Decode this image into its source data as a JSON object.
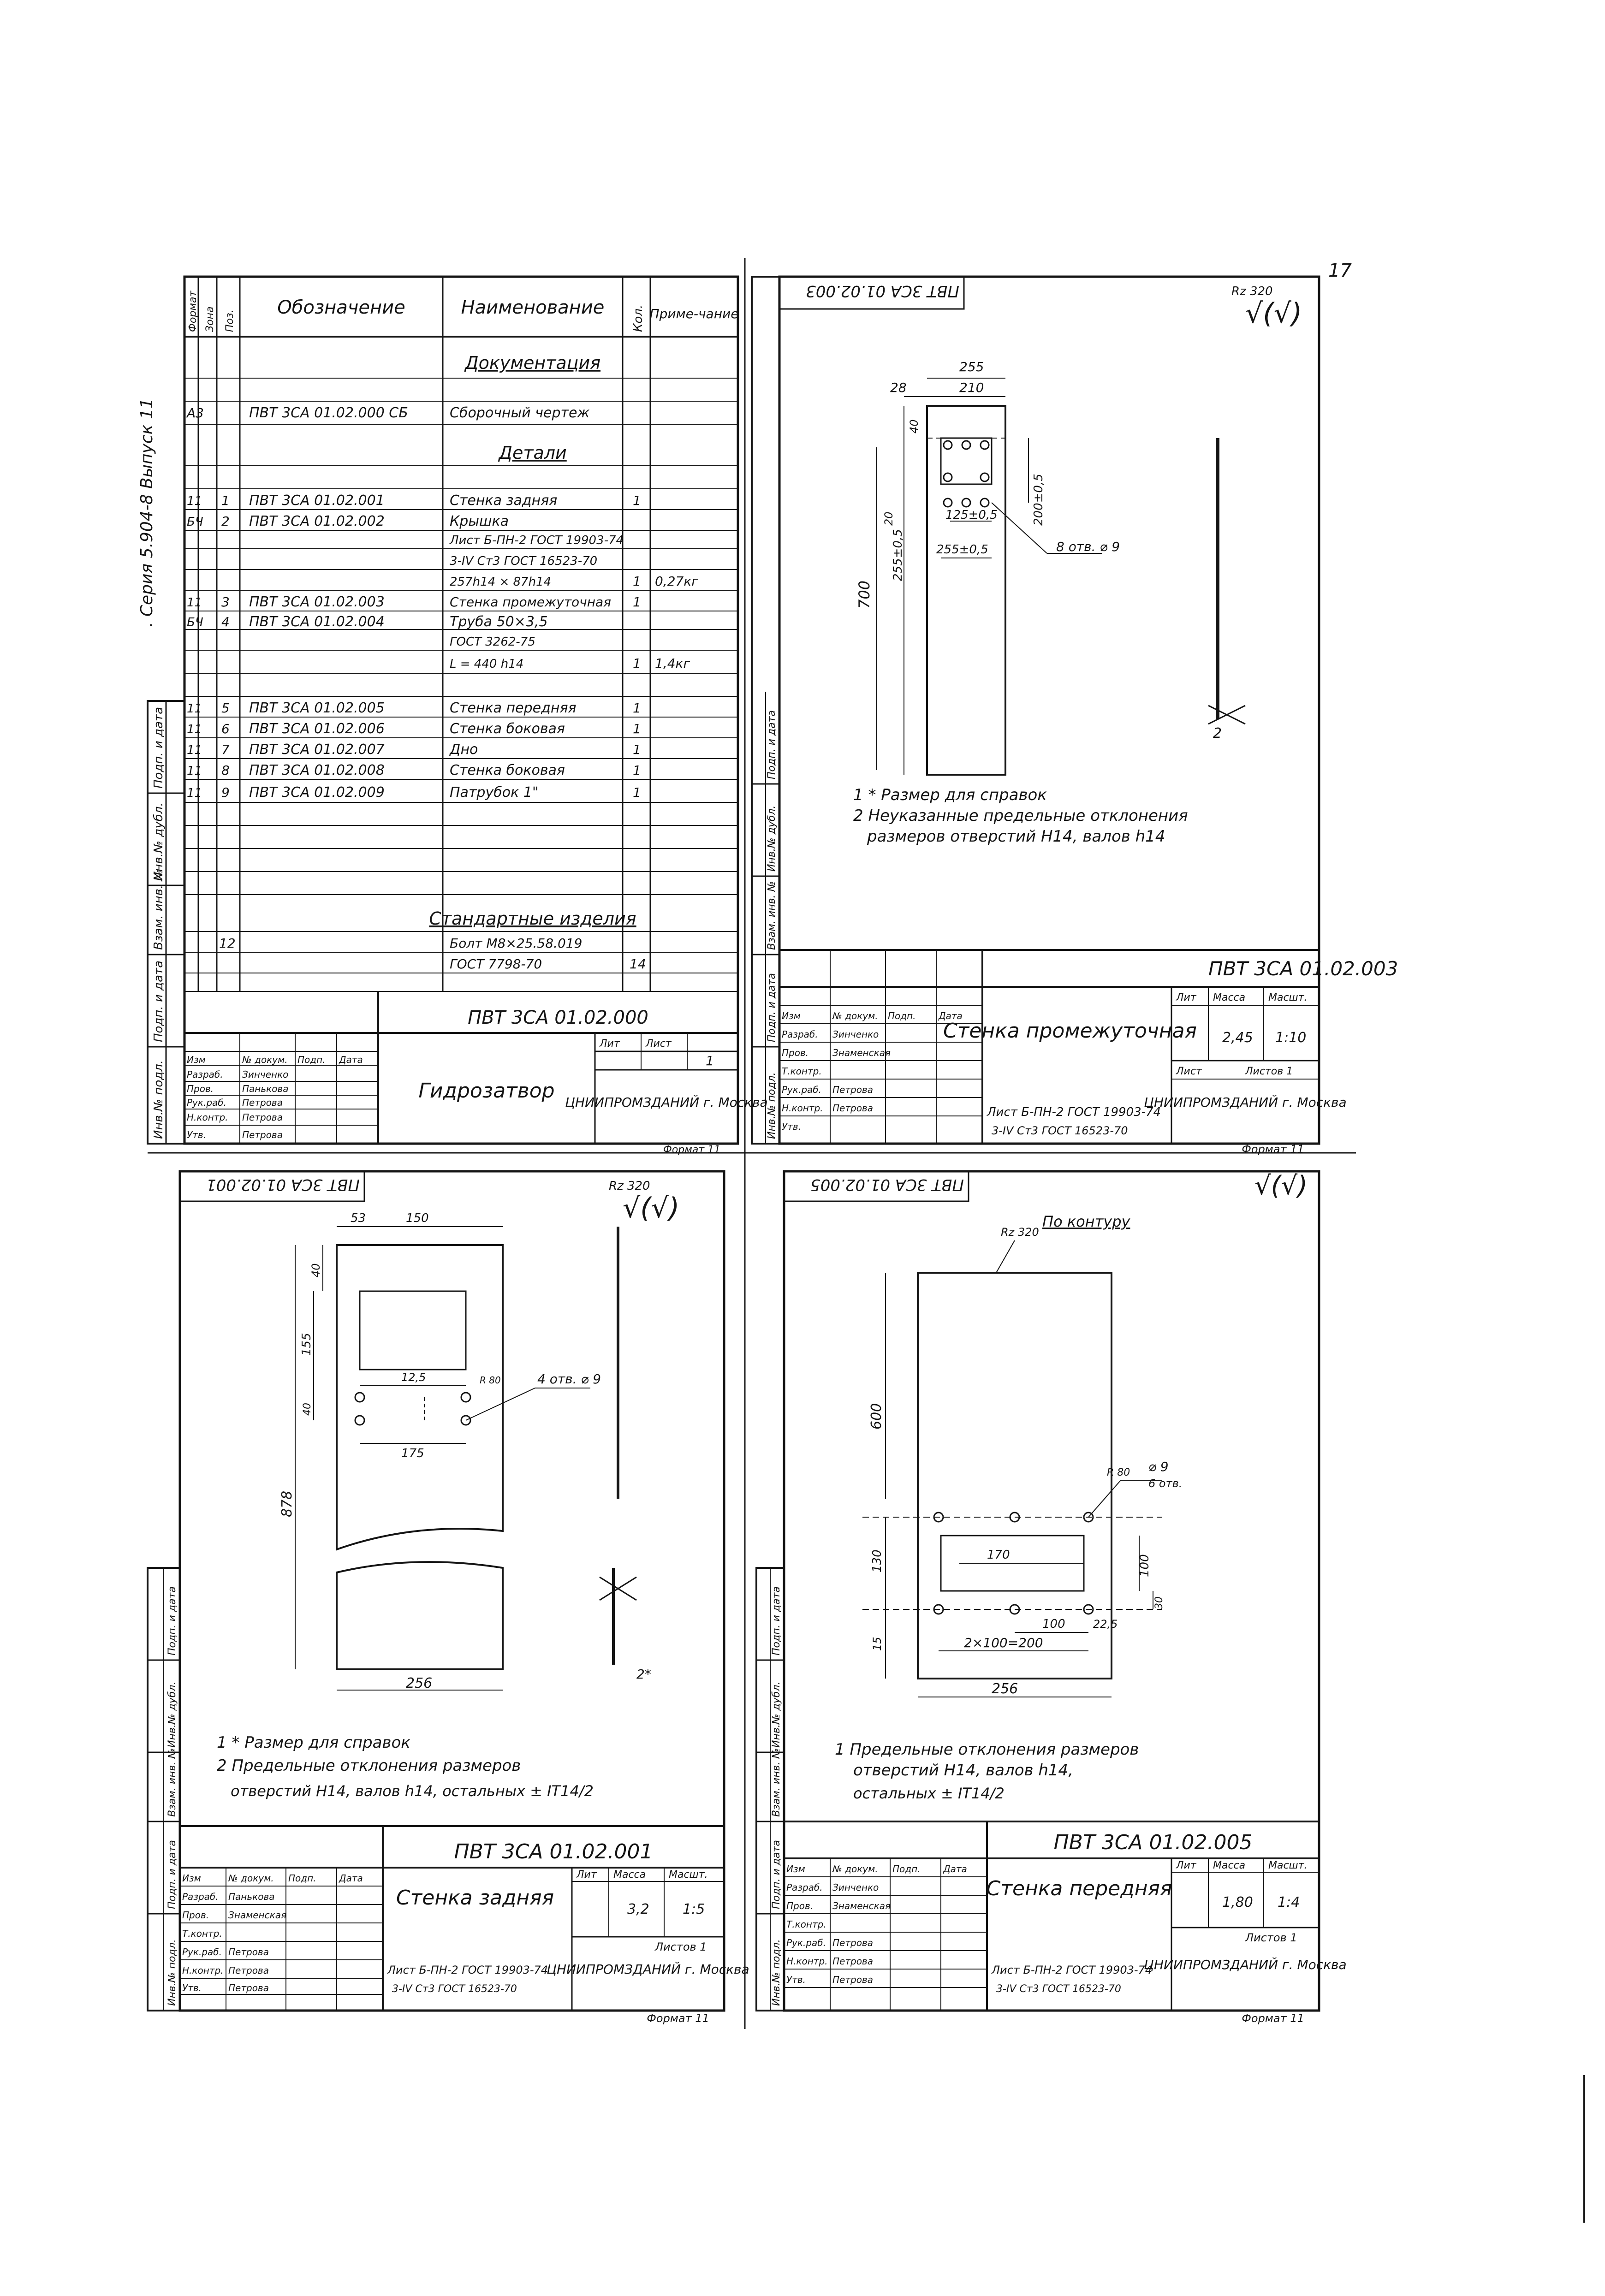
{
  "page": {
    "number": "17"
  },
  "series_note": ". Серия 5.904-8 Выпуск 11",
  "spec": {
    "headers": [
      "Формат",
      "Зона",
      "Поз.",
      "Обозначение",
      "Наименование",
      "Кол.",
      "Приме-чание"
    ],
    "sections": {
      "doc": "Документация",
      "parts": "Детали",
      "std": "Стандартные изделия"
    },
    "rows": [
      {
        "fmt": "А3",
        "zone": "",
        "pos": "",
        "code": "ПВТ 3СА 01.02.000 СБ",
        "name": "Сборочный чертеж",
        "qty": "",
        "note": ""
      },
      {
        "fmt": "11",
        "zone": "",
        "pos": "1",
        "code": "ПВТ 3СА 01.02.001",
        "name": "Стенка задняя",
        "qty": "1",
        "note": ""
      },
      {
        "fmt": "БЧ",
        "zone": "",
        "pos": "2",
        "code": "ПВТ 3СА 01.02.002",
        "name": "Крышка",
        "qty": "",
        "note": ""
      },
      {
        "fmt": "",
        "zone": "",
        "pos": "",
        "code": "",
        "name": "Лист Б-ПН-2 ГОСТ 19903-74",
        "qty": "",
        "note": ""
      },
      {
        "fmt": "",
        "zone": "",
        "pos": "",
        "code": "",
        "name": "3-IV Ст3 ГОСТ 16523-70",
        "qty": "",
        "note": ""
      },
      {
        "fmt": "",
        "zone": "",
        "pos": "",
        "code": "",
        "name": "257h14 × 87h14",
        "qty": "1",
        "note": "0,27кг"
      },
      {
        "fmt": "11",
        "zone": "",
        "pos": "3",
        "code": "ПВТ 3СА 01.02.003",
        "name": "Стенка промежуточная",
        "qty": "1",
        "note": ""
      },
      {
        "fmt": "БЧ",
        "zone": "",
        "pos": "4",
        "code": "ПВТ 3СА 01.02.004",
        "name": "Труба 50×3,5",
        "qty": "",
        "note": ""
      },
      {
        "fmt": "",
        "zone": "",
        "pos": "",
        "code": "",
        "name": "ГОСТ 3262-75",
        "qty": "",
        "note": ""
      },
      {
        "fmt": "",
        "zone": "",
        "pos": "",
        "code": "",
        "name": "L = 440 h14",
        "qty": "1",
        "note": "1,4кг"
      },
      {
        "fmt": "11",
        "zone": "",
        "pos": "5",
        "code": "ПВТ 3СА 01.02.005",
        "name": "Стенка передняя",
        "qty": "1",
        "note": ""
      },
      {
        "fmt": "11",
        "zone": "",
        "pos": "6",
        "code": "ПВТ 3СА 01.02.006",
        "name": "Стенка боковая",
        "qty": "1",
        "note": ""
      },
      {
        "fmt": "11",
        "zone": "",
        "pos": "7",
        "code": "ПВТ 3СА 01.02.007",
        "name": "Дно",
        "qty": "1",
        "note": ""
      },
      {
        "fmt": "11",
        "zone": "",
        "pos": "8",
        "code": "ПВТ 3СА 01.02.008",
        "name": "Стенка боковая",
        "qty": "1",
        "note": ""
      },
      {
        "fmt": "11",
        "zone": "",
        "pos": "9",
        "code": "ПВТ 3СА 01.02.009",
        "name": "Патрубок 1\"",
        "qty": "1",
        "note": ""
      },
      {
        "fmt": "",
        "zone": "",
        "pos": "12",
        "code": "",
        "name": "Болт М8×25.58.019",
        "qty": "",
        "note": ""
      },
      {
        "fmt": "",
        "zone": "",
        "pos": "",
        "code": "",
        "name": "ГОСТ 7798-70",
        "qty": "14",
        "note": ""
      }
    ],
    "doc_code": "ПВТ 3СА 01.02.000",
    "title": "Гидрозатвор",
    "sheet": "1",
    "sheets": "1",
    "org": "ЦНИИПРОМЗДАНИЙ г. Москва",
    "format": "Формат 11"
  },
  "sheet_a": {
    "code_rot": "ПВТ 3СА 01.02.003",
    "roughness": "Rz 320",
    "dims": [
      "255",
      "210",
      "28",
      "40",
      "20",
      "700",
      "255±0,5",
      "125±0,5",
      "200±0,5",
      "255±0,5",
      "8 отв. ⌀ 9",
      "2"
    ],
    "notes": [
      "1 * Размер для справок",
      "2 Неуказанные предельные отклонения",
      "размеров отверстий   Н14, валов   h14"
    ],
    "code": "ПВТ 3СА 01.02.003",
    "title": "Стенка промежуточная",
    "mass": "2,45",
    "scale": "1:10",
    "sheet_label": "Лист",
    "sheets_label": "Листов 1",
    "material": "Лист Б-ПН-2 ГОСТ 19903-74",
    "material2": "3-IV Ст3 ГОСТ 16523-70",
    "org": "ЦНИИПРОМЗДАНИЙ г. Москва",
    "format": "Формат 11"
  },
  "sheet_b": {
    "code_rot": "ПВТ 3СА 01.02.001",
    "roughness": "Rz 320",
    "dims": [
      "53",
      "150",
      "40",
      "155",
      "12,5",
      "R 80",
      "40",
      "175",
      "4 отв. ⌀ 9",
      "878",
      "256",
      "2*"
    ],
    "notes": [
      "1 * Размер для справок",
      "2 Предельные отклонения размеров",
      "отверстий   Н14, валов   h14, остальных   ± IT14/2"
    ],
    "code": "ПВТ 3СА 01.02.001",
    "title": "Стенка задняя",
    "mass": "3,2",
    "scale": "1:5",
    "sheets_label": "Листов 1",
    "material": "Лист Б-ПН-2 ГОСТ 19903-74",
    "material2": "3-IV Ст3 ГОСТ 16523-70",
    "org": "ЦНИИПРОМЗДАНИЙ г. Москва",
    "format": "Формат 11"
  },
  "sheet_c": {
    "code_rot": "ПВТ 3СА 01.02.005",
    "roughness_label": "Rz 320",
    "contour": "По контуру",
    "dims": [
      "600",
      "R 80",
      "⌀ 9",
      "6 отв.",
      "130",
      "170",
      "100",
      "30",
      "15",
      "100",
      "22,5",
      "2×100=200",
      "256"
    ],
    "notes": [
      "1 Предельные отклонения размеров",
      "отверстий   Н14, валов   h14,",
      "остальных   ± IT14/2"
    ],
    "code": "ПВТ 3СА 01.02.005",
    "title": "Стенка передняя",
    "mass": "1,80",
    "scale": "1:4",
    "sheets_label": "Листов 1",
    "material": "Лист Б-ПН-2 ГОСТ 19903-74",
    "material2": "3-IV Ст3 ГОСТ 16523-70",
    "org": "ЦНИИПРОМЗДАНИЙ г. Москва",
    "format": "Формат 11"
  },
  "tb_labels": {
    "izm": "Изм",
    "list": "Лист",
    "ndoc": "№ докум.",
    "podp": "Подп.",
    "data": "Дата",
    "razrab": "Разраб.",
    "prov": "Пров.",
    "tkontr": "Т.контр.",
    "gruk": "Рук.раб.",
    "nkontr": "Н.контр.",
    "utv": "Утв.",
    "lit": "Лит",
    "massa": "Масса",
    "masht": "Масшт.",
    "names": [
      "Зинченко",
      "Панькова",
      "Знаменская",
      "Петрова",
      "Петрова",
      "Петрова"
    ]
  },
  "stamp_labels": [
    "Инв.№ подл.",
    "Подп. и дата",
    "Взам. инв. №",
    "Инв.№ дубл.",
    "Подп. и дата"
  ]
}
